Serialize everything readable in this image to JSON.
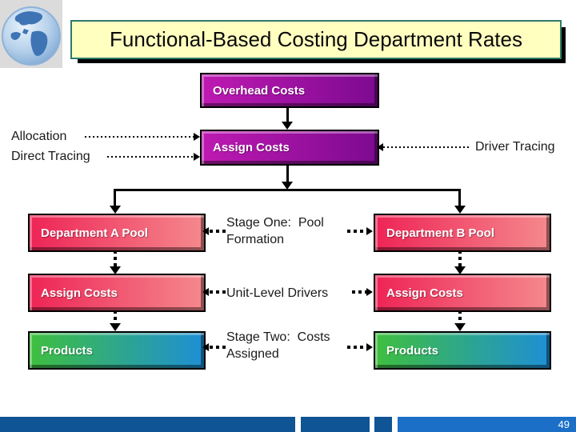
{
  "slide": {
    "title": "Functional-Based Costing Department Rates",
    "page_number": "49"
  },
  "flowchart": {
    "overhead_box": "Overhead Costs",
    "assign_box_top": "Assign Costs",
    "left_labels": {
      "allocation": "Allocation",
      "direct_tracing": "Direct Tracing"
    },
    "right_label": "Driver Tracing",
    "left_column": {
      "pool": "Department A Pool",
      "assign": "Assign Costs",
      "products": "Products"
    },
    "right_column": {
      "pool": "Department B Pool",
      "assign": "Assign Costs",
      "products": "Products"
    },
    "stages": {
      "stage_one": "Stage One:  Pool\nFormation",
      "unit_level": "Unit-Level Drivers",
      "stage_two": "Stage Two:  Costs\nAssigned"
    }
  },
  "colors": {
    "title_bg": "#FFFFC0",
    "title_border": "#2D7B6B",
    "purple_left": "#BE1AB2",
    "purple_right": "#7D0A90",
    "red_left": "#EE2456",
    "red_right": "#F5898D",
    "green_left": "#3FBF3F",
    "blue_right": "#1E8FD5",
    "bar_dark": "#0F5494",
    "bar_light": "#1B6FC7"
  }
}
